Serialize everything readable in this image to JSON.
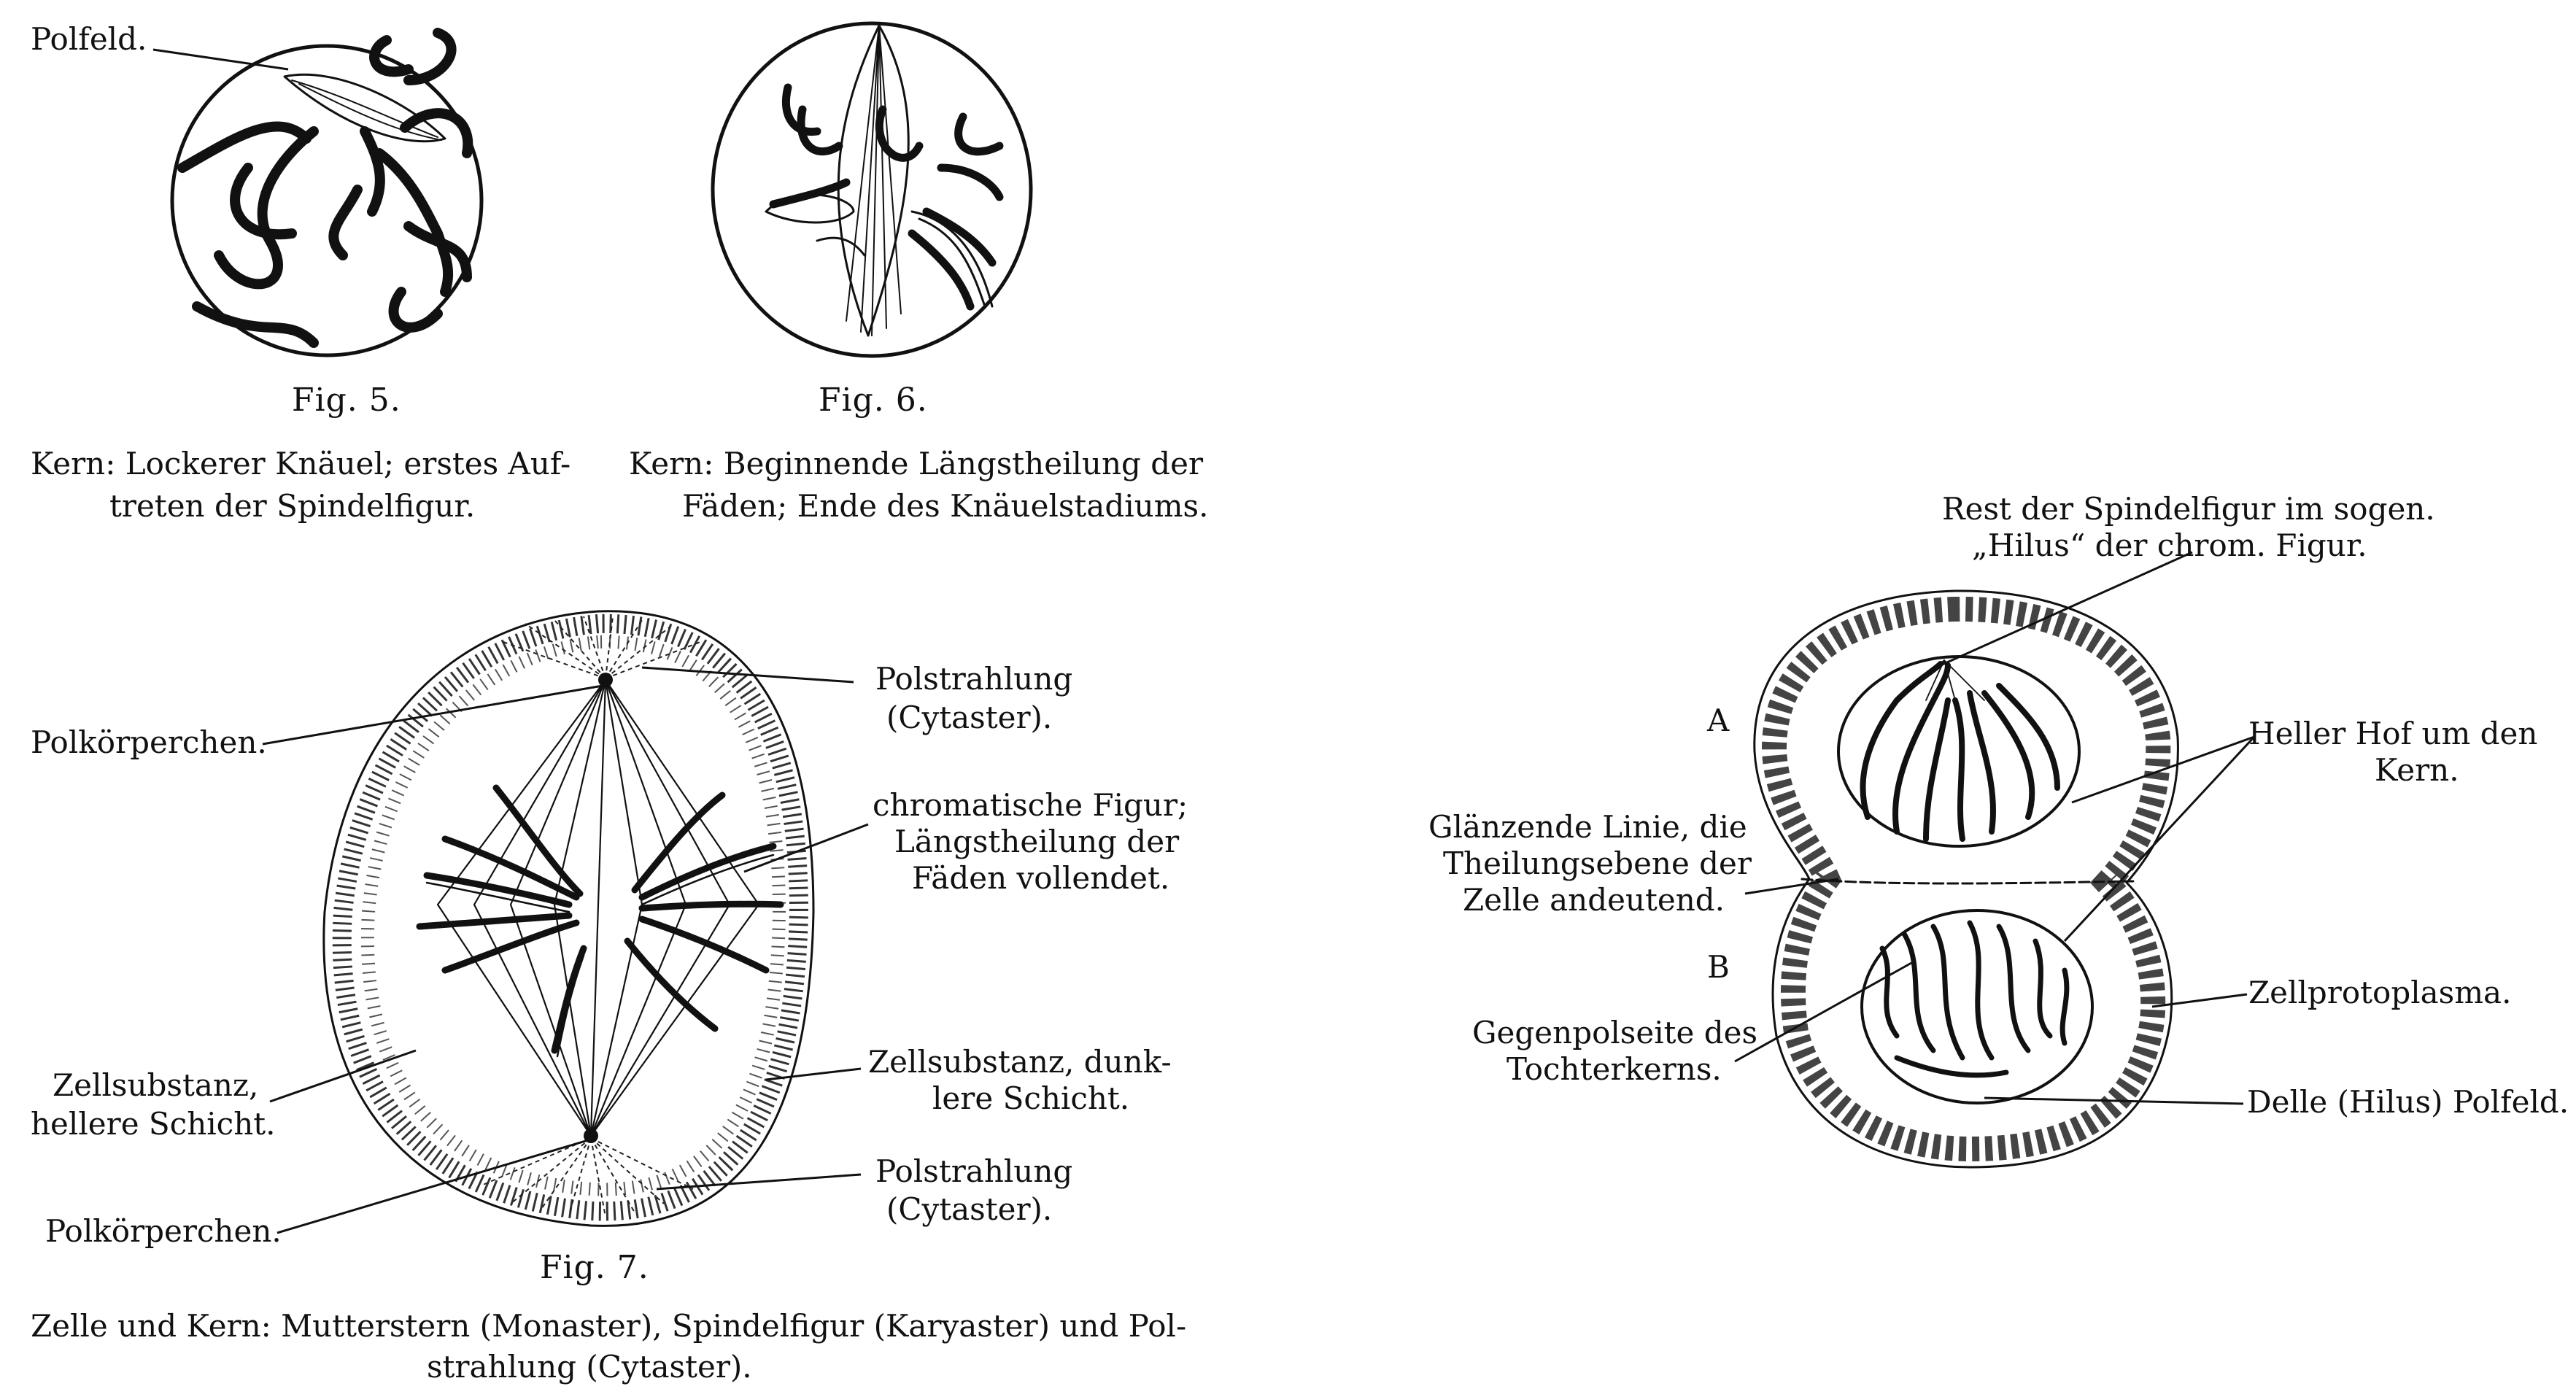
{
  "fig5": {
    "label": "Fig. 5.",
    "polfeld": "Polfeld.",
    "caption_1": "Kern: Lockerer Knäuel; erstes Auf-",
    "caption_2": "treten der Spindelfigur."
  },
  "fig6": {
    "label": "Fig. 6.",
    "caption_1": "Kern: Beginnende Längstheilung der",
    "caption_2": "Fäden; Ende des Knäuelstadiums."
  },
  "fig7": {
    "label": "Fig. 7.",
    "polkoerperchen_top": "Polkörperchen.",
    "polstrahlung_top_1": "Polstrahlung",
    "polstrahlung_top_2": "(Cytaster).",
    "chrom_1": "chromatische Figur;",
    "chrom_2": "Längstheilung der",
    "chrom_3": "Fäden vollendet.",
    "zell_hell_1": "Zellsubstanz,",
    "zell_hell_2": "hellere Schicht.",
    "zell_dunk_1": "Zellsubstanz, dunk-",
    "zell_dunk_2": "lere Schicht.",
    "polstrahlung_bottom_1": "Polstrahlung",
    "polstrahlung_bottom_2": "(Cytaster).",
    "polkoerperchen_bottom": "Polkörperchen.",
    "caption_1": "Zelle und Kern: Mutterstern (Monaster), Spindelfigur (Karyaster) und Pol-",
    "caption_2": "strahlung (Cytaster)."
  },
  "fig8": {
    "rest_1": "Rest der Spindelfigur im sogen.",
    "rest_2": "„Hilus“ der chrom. Figur.",
    "letter_a": "A",
    "letter_b": "B",
    "heller_1": "Heller Hof um den",
    "heller_2": "Kern.",
    "glanz_1": "Glänzende Linie, die",
    "glanz_2": "Theilungsebene der",
    "glanz_3": "Zelle andeutend.",
    "gegen_1": "Gegenpolseite des",
    "gegen_2": "Tochterkerns.",
    "zellproto": "Zellprotoplasma.",
    "delle": "Delle (Hilus) Polfeld."
  }
}
